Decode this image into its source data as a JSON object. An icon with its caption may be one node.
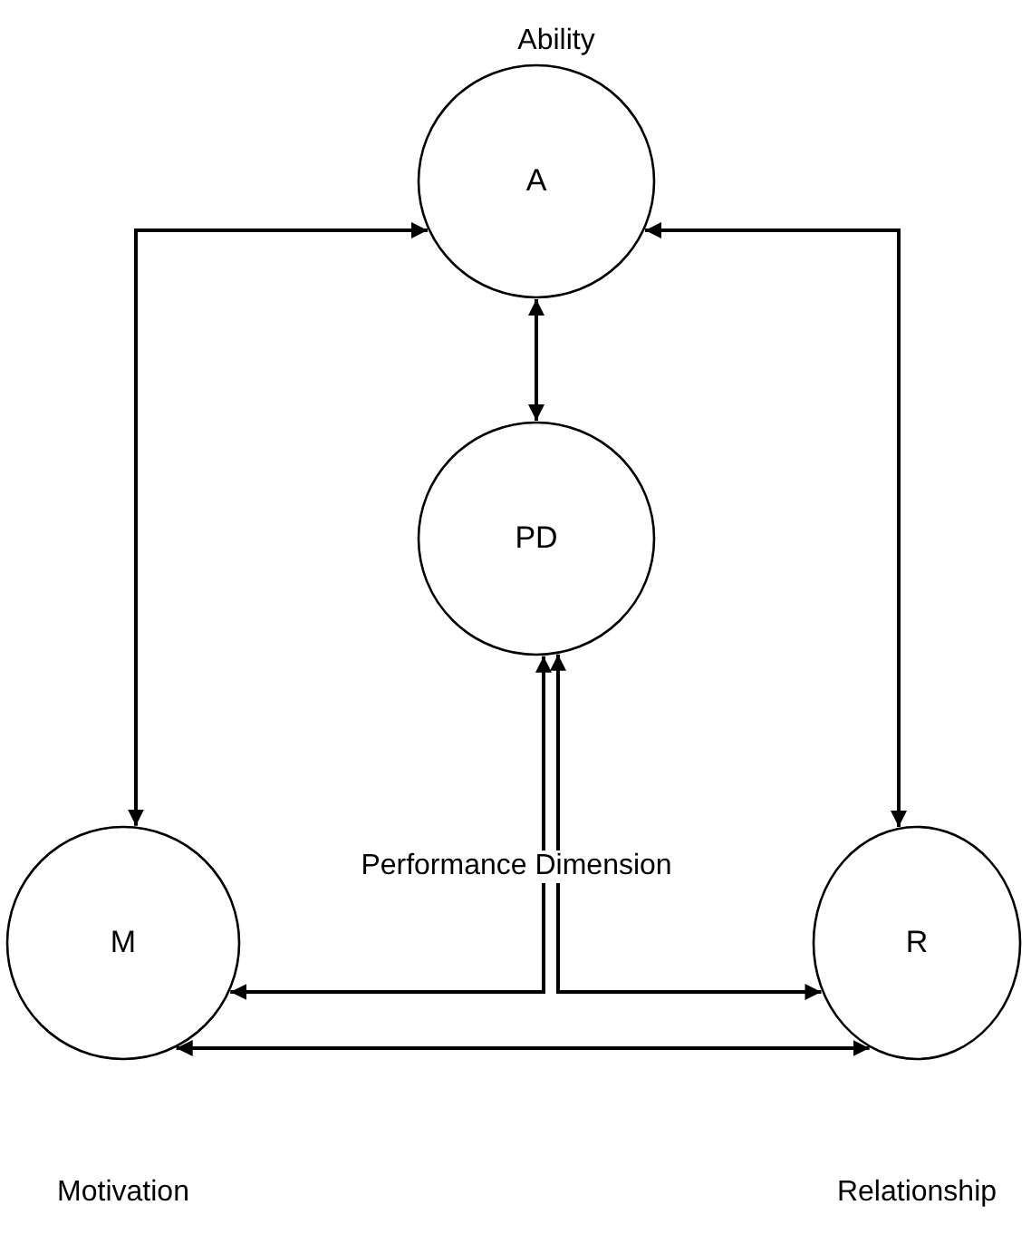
{
  "diagram": {
    "nodes": [
      {
        "text": [
          "A"
        ],
        "beside": [
          "Ability"
        ]
      },
      {
        "text": [
          "PD"
        ]
      },
      {
        "text": [
          "M"
        ]
      },
      {
        "text": [
          "R"
        ]
      }
    ],
    "labels": [
      "Performance Dimension",
      "Motivation",
      "Relationship"
    ],
    "edges": [
      {
        "from": 0,
        "to": 2,
        "arrow": "both"
      },
      {
        "from": 0,
        "to": 3,
        "arrow": "both"
      },
      {
        "from": 0,
        "to": 1,
        "arrow": "both"
      },
      {
        "from": 2,
        "to": 1,
        "arrow": "both"
      },
      {
        "from": 1,
        "to": 3,
        "arrow": "both"
      },
      {
        "from": 2,
        "to": 3,
        "arrow": "both"
      }
    ]
  }
}
